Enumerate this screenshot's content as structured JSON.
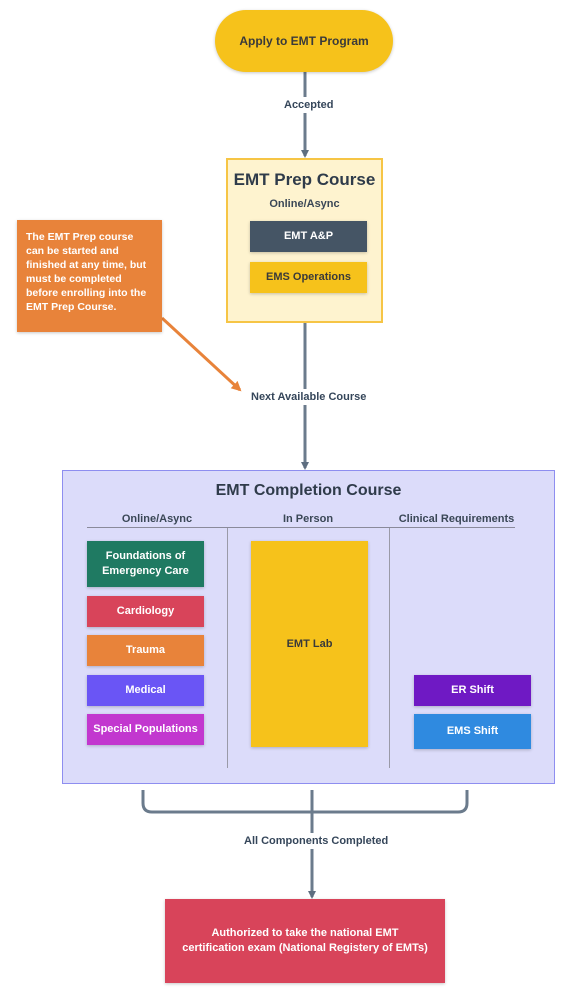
{
  "start": {
    "label": "Apply to EMT Program"
  },
  "edges": {
    "accepted": "Accepted",
    "next_available": "Next Available Course",
    "all_completed": "All Components Completed"
  },
  "prep_course": {
    "title": "EMT Prep Course",
    "subtitle": "Online/Async",
    "modules": [
      {
        "label": "EMT A&P",
        "color": "#455565"
      },
      {
        "label": "EMS Operations",
        "color": "#f6c21b"
      }
    ]
  },
  "note": {
    "text": "The EMT Prep course can be started and finished at any time, but must be completed before enrolling into the EMT Prep Course.",
    "color": "#e8833a"
  },
  "completion_course": {
    "title": "EMT Completion Course",
    "columns": [
      {
        "header": "Online/Async",
        "items": [
          {
            "label": "Foundations of Emergency Care",
            "color": "#1f7a62"
          },
          {
            "label": "Cardiology",
            "color": "#d8445a"
          },
          {
            "label": "Trauma",
            "color": "#e8833a"
          },
          {
            "label": "Medical",
            "color": "#6a55f5"
          },
          {
            "label": "Special Populations",
            "color": "#c237cf"
          }
        ]
      },
      {
        "header": "In Person",
        "items": [
          {
            "label": "EMT Lab",
            "color": "#f6c21b"
          }
        ]
      },
      {
        "header": "Clinical Requirements",
        "items": [
          {
            "label": "ER Shift",
            "color": "#6f19c4"
          },
          {
            "label": "EMS Shift",
            "color": "#2f8ae0"
          }
        ]
      }
    ]
  },
  "final": {
    "label": "Authorized to take the national EMT certification exam (National Registery of EMTs)",
    "color": "#d8445a"
  }
}
